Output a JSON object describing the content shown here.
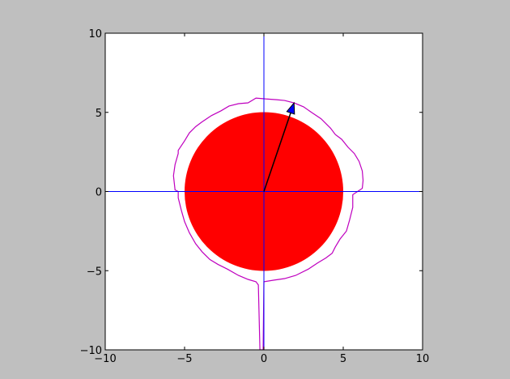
{
  "chart_data": {
    "type": "scatter",
    "title": "",
    "xlabel": "",
    "ylabel": "",
    "xlim": [
      -10,
      10
    ],
    "ylim": [
      -10,
      10
    ],
    "xticks": [
      -10,
      -5,
      0,
      5,
      10
    ],
    "yticks": [
      -10,
      -5,
      0,
      5,
      10
    ],
    "xtick_labels": [
      "−10",
      "−5",
      "0",
      "5",
      "10"
    ],
    "ytick_labels": [
      "−10",
      "−5",
      "0",
      "5",
      "10"
    ],
    "grid": false,
    "aspect": "equal",
    "axis_lines": [
      {
        "orientation": "horizontal",
        "value": 0,
        "color": "#0000ff"
      },
      {
        "orientation": "vertical",
        "value": 0,
        "color": "#0000ff"
      }
    ],
    "disk": {
      "center": [
        0,
        0
      ],
      "radius": 5,
      "color": "#ff0000"
    },
    "arrow": {
      "start": [
        0,
        0
      ],
      "end": [
        1.9,
        5.6
      ],
      "line_color": "#000000",
      "head_color": "#0000ff"
    },
    "contour": {
      "color": "#bf00bf",
      "points": [
        [
          0.1,
          5.85
        ],
        [
          0.8,
          5.8
        ],
        [
          1.3,
          5.75
        ],
        [
          1.9,
          5.6
        ],
        [
          2.5,
          5.35
        ],
        [
          3.0,
          5.0
        ],
        [
          3.6,
          4.6
        ],
        [
          4.2,
          4.0
        ],
        [
          4.5,
          3.6
        ],
        [
          4.9,
          3.3
        ],
        [
          5.3,
          2.8
        ],
        [
          5.7,
          2.4
        ],
        [
          6.0,
          1.9
        ],
        [
          6.2,
          1.3
        ],
        [
          6.25,
          0.7
        ],
        [
          6.2,
          0.2
        ],
        [
          5.9,
          0.0
        ],
        [
          5.6,
          -0.2
        ],
        [
          5.6,
          -1.0
        ],
        [
          5.4,
          -1.8
        ],
        [
          5.2,
          -2.5
        ],
        [
          4.8,
          -3.0
        ],
        [
          4.5,
          -3.5
        ],
        [
          4.3,
          -3.9
        ],
        [
          3.9,
          -4.2
        ],
        [
          3.4,
          -4.5
        ],
        [
          2.8,
          -4.9
        ],
        [
          2.0,
          -5.3
        ],
        [
          1.3,
          -5.5
        ],
        [
          0.6,
          -5.6
        ],
        [
          0.0,
          -5.7
        ],
        [
          -0.05,
          -10.0
        ],
        [
          -0.25,
          -10.0
        ],
        [
          -0.35,
          -5.9
        ],
        [
          -0.5,
          -5.7
        ],
        [
          -1.0,
          -5.55
        ],
        [
          -1.6,
          -5.3
        ],
        [
          -2.3,
          -4.9
        ],
        [
          -2.9,
          -4.6
        ],
        [
          -3.4,
          -4.3
        ],
        [
          -3.9,
          -3.8
        ],
        [
          -4.3,
          -3.3
        ],
        [
          -4.7,
          -2.6
        ],
        [
          -5.0,
          -1.9
        ],
        [
          -5.2,
          -1.2
        ],
        [
          -5.4,
          -0.4
        ],
        [
          -5.4,
          0.0
        ],
        [
          -5.6,
          0.1
        ],
        [
          -5.7,
          1.0
        ],
        [
          -5.6,
          1.7
        ],
        [
          -5.4,
          2.4
        ],
        [
          -5.4,
          2.6
        ],
        [
          -5.0,
          3.2
        ],
        [
          -4.7,
          3.7
        ],
        [
          -4.3,
          4.1
        ],
        [
          -3.9,
          4.4
        ],
        [
          -3.3,
          4.8
        ],
        [
          -2.7,
          5.1
        ],
        [
          -2.2,
          5.4
        ],
        [
          -1.6,
          5.55
        ],
        [
          -1.0,
          5.6
        ],
        [
          -0.5,
          5.9
        ],
        [
          0.1,
          5.85
        ]
      ]
    }
  }
}
